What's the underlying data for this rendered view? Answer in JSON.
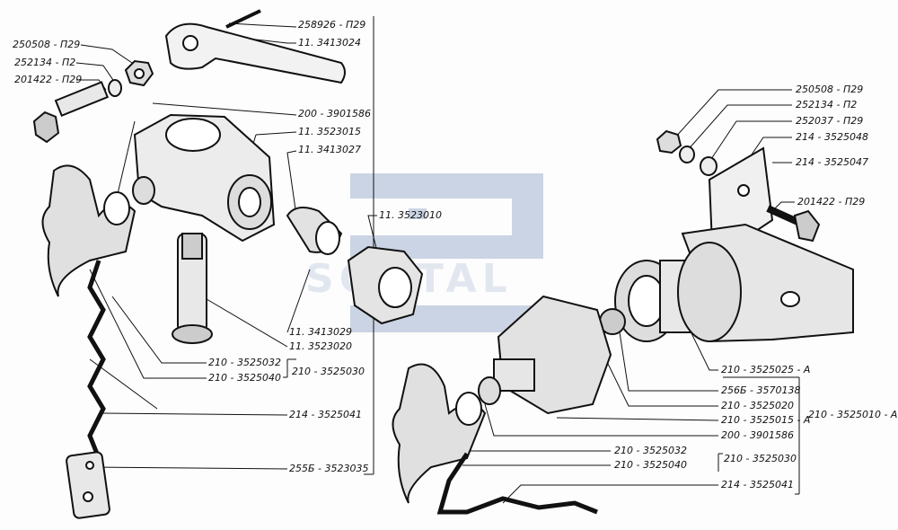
{
  "diagram": {
    "watermark": "SONTAL",
    "left_group": {
      "labels": {
        "nut": "250508 - П29",
        "washer": "252134 - П2",
        "bolt": "201422 - П29",
        "handle_pin": "258926 - П29",
        "handle": "11. 3413024",
        "valve_body_nut": "200 - 3901586",
        "valve_body": "11. 3523015",
        "plug": "11. 3413027",
        "adapter": "11. 3523010",
        "plug_nut": "11. 3413029",
        "stem": "11. 3523020",
        "cap_ring": "210 - 3525032",
        "cap_seal": "210 - 3525040",
        "cap_assembly": "210 - 3525030",
        "chain": "214 - 3525041",
        "full_assembly": "255Б - 3523035"
      }
    },
    "right_group": {
      "labels": {
        "nut": "250508 - П29",
        "washer": "252134 - П2",
        "lock_washer": "252037 - П29",
        "bracket_plate": "214 - 3525048",
        "bracket": "214 - 3525047",
        "bolt": "201422 - П29",
        "valve_housing": "210 - 3525025 - А",
        "ball": "256Б - 3570138",
        "seat": "210 - 3525020",
        "valve_body": "210 - 3525015 - А",
        "hex_nut": "200 - 3901586",
        "cap_ring": "210 - 3525032",
        "cap_seal": "210 - 3525040",
        "cap_assembly": "210 - 3525030",
        "chain": "214 - 3525041",
        "full_assembly": "210 - 3525010 - А"
      }
    }
  }
}
